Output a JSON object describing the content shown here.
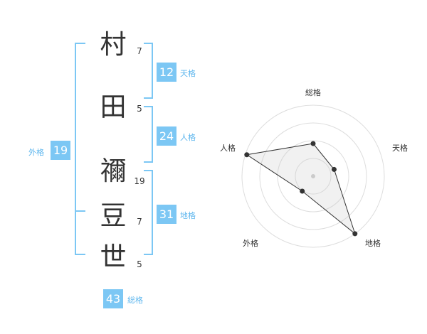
{
  "name_chars": [
    {
      "char": "村",
      "strokes": "7"
    },
    {
      "char": "田",
      "strokes": "5"
    },
    {
      "char": "禰",
      "strokes": "19"
    },
    {
      "char": "豆",
      "strokes": "7"
    },
    {
      "char": "世",
      "strokes": "5"
    }
  ],
  "kaku": {
    "tenkaku": {
      "label": "天格",
      "value": "12"
    },
    "jinkaku": {
      "label": "人格",
      "value": "24"
    },
    "chikaku": {
      "label": "地格",
      "value": "31"
    },
    "gaikaku": {
      "label": "外格",
      "value": "19"
    },
    "soukaku": {
      "label": "総格",
      "value": "43"
    }
  },
  "colors": {
    "accent": "#7cc7f4",
    "label_text": "#5fb7ee",
    "text": "#333333"
  },
  "chart_data": {
    "type": "radar",
    "axes": [
      "総格",
      "天格",
      "地格",
      "外格",
      "人格"
    ],
    "values": [
      0.46,
      0.31,
      1.0,
      0.26,
      0.98
    ],
    "rings": 4,
    "max": 1
  }
}
